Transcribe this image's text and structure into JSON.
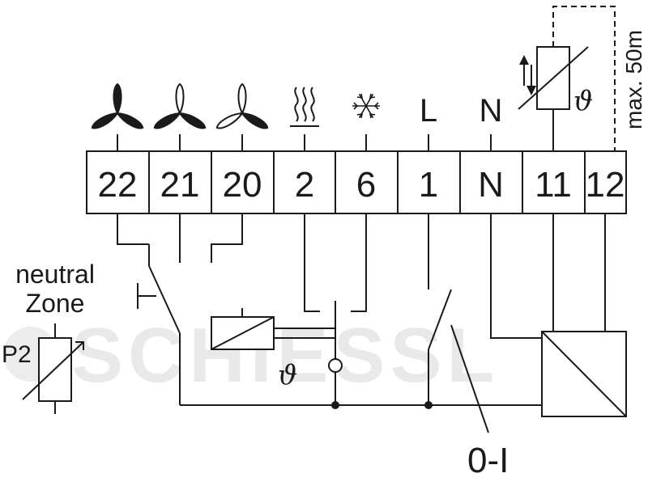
{
  "watermark": "SCHIESSL",
  "terminals": [
    "22",
    "21",
    "20",
    "2",
    "6",
    "1",
    "N",
    "11",
    "12"
  ],
  "symbols": {
    "fan_high_icon": "fan-speed-3-icon",
    "fan_mid_icon": "fan-speed-2-icon",
    "fan_low_icon": "fan-speed-1-icon",
    "heat_icon": "heating-icon",
    "cool_icon": "snowflake-icon",
    "live_letter": "L",
    "neutral_letter": "N"
  },
  "sensor": {
    "theta": "ϑ",
    "cable_note": "max. 50m"
  },
  "relay": {
    "theta": "ϑ"
  },
  "neutral_zone": {
    "line1": "neutral",
    "line2": "Zone",
    "pot_label": "P2"
  },
  "switch": {
    "label": "0-I"
  }
}
